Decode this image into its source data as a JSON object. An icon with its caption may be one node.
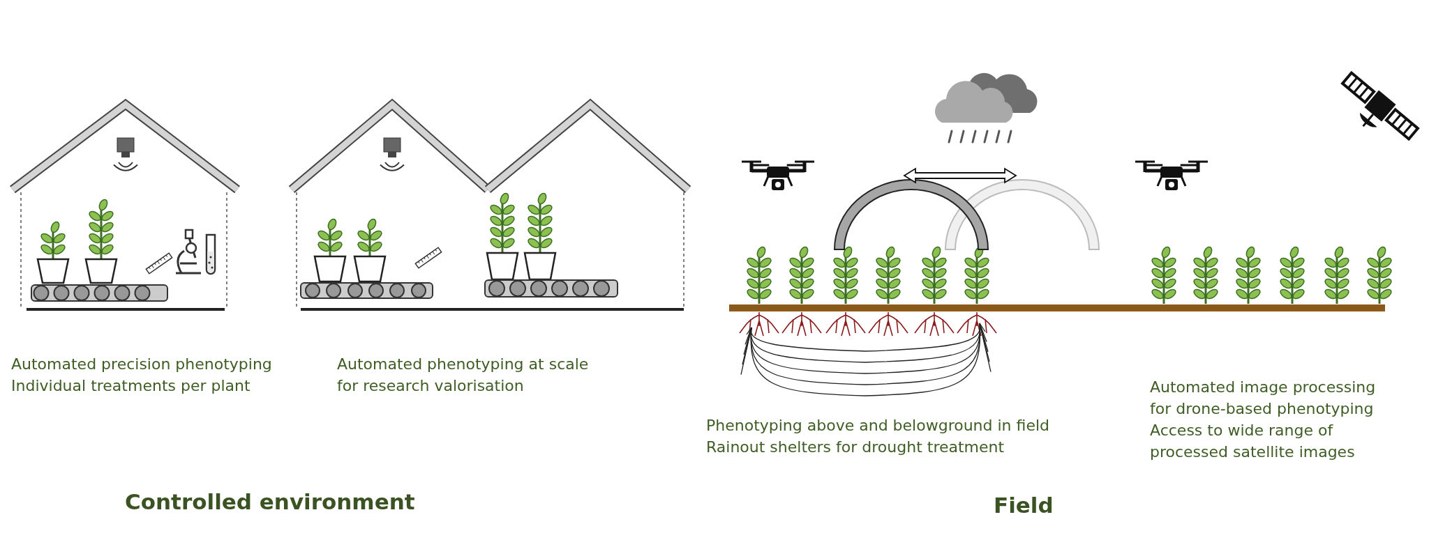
{
  "diagram": {
    "labels": [
      "Automated precision phenotyping",
      "Individual treatments per plant",
      "Automated phenotyping at scale for research valorisation",
      "Phenotyping above and belowground in field",
      "Rainout shelters for drought treatment",
      "Automated image processing for drone-based phenotyping",
      "Access to wide range of processed satellite images",
      "Controlled environment",
      "Field"
    ]
  }
}
